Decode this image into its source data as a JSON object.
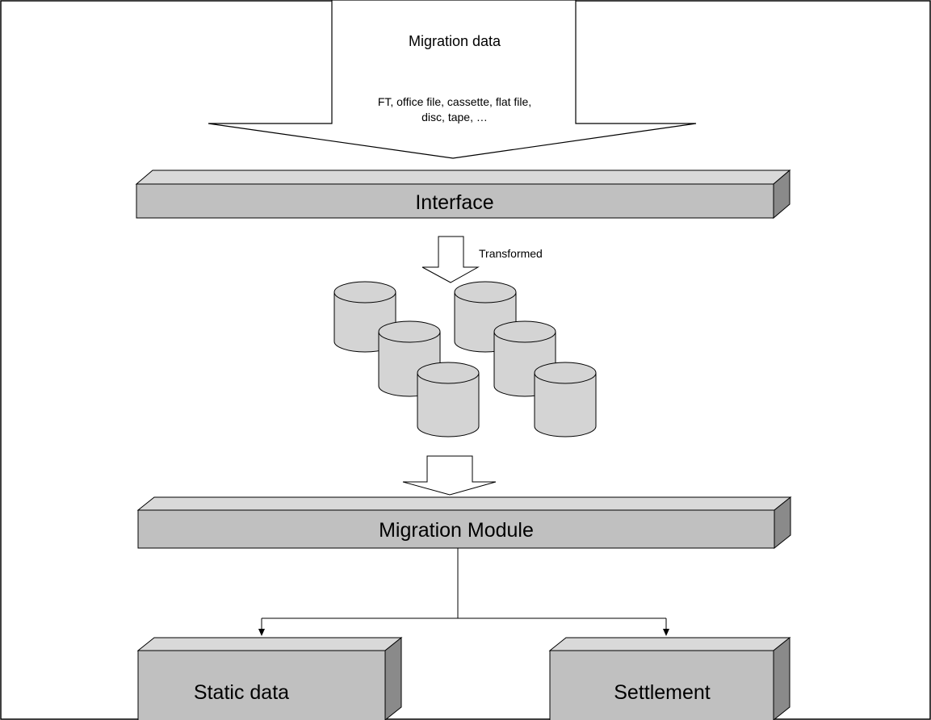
{
  "diagram": {
    "input": {
      "title": "Migration data",
      "detail_line1": "FT, office file, cassette, flat file,",
      "detail_line2": "disc, tape, …"
    },
    "interface": {
      "label": "Interface"
    },
    "transform": {
      "label": "Transformed"
    },
    "migration_module": {
      "label": "Migration Module"
    },
    "outputs": {
      "static": {
        "label": "Static data"
      },
      "settlement": {
        "label": "Settlement"
      }
    }
  },
  "colors": {
    "box_front": "#c0c0c0",
    "box_top": "#d9d9d9",
    "box_side": "#8a8a8a",
    "cylinder_fill": "#d4d4d4",
    "stroke": "#000000"
  }
}
